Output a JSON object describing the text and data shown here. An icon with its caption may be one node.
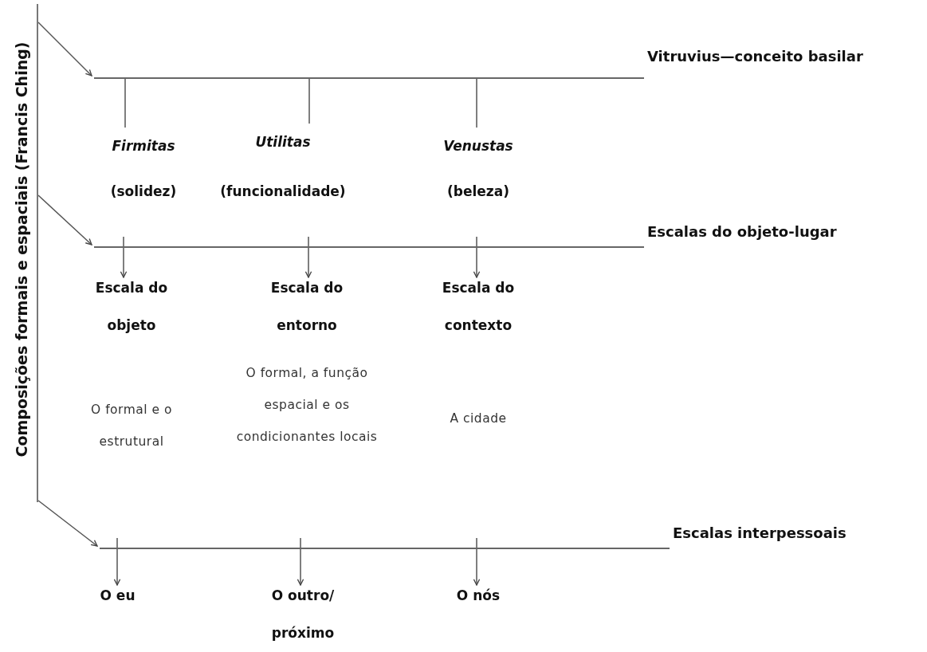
{
  "diagram": {
    "nodes": [
      {
        "text": [
          "Composições formais e espaciais (Francis Ching)"
        ]
      },
      {
        "text": [
          "Vitruvius—conceito basilar"
        ]
      },
      {
        "text": [
          "Firmitas",
          "(solidez)"
        ]
      },
      {
        "text": [
          "Utilitas",
          "(funcionalidade)"
        ]
      },
      {
        "text": [
          "Venustas",
          "(beleza)"
        ]
      },
      {
        "text": [
          "Escalas do objeto-lugar"
        ]
      },
      {
        "text": [
          "Escala do objeto",
          "O formal e o estrutural"
        ]
      },
      {
        "text": [
          "Escala do entorno",
          "O formal, a função espacial e os condicionantes locais"
        ]
      },
      {
        "text": [
          "Escala do contexto",
          "A cidade"
        ]
      },
      {
        "text": [
          "Escalas interpessoais"
        ]
      },
      {
        "text": [
          "O eu"
        ]
      },
      {
        "text": [
          "O outro/ próximo"
        ]
      },
      {
        "text": [
          "O nós"
        ]
      }
    ],
    "edges": [
      {
        "from": 0,
        "to": 1,
        "arrow": "to"
      },
      {
        "from": 0,
        "to": 5,
        "arrow": "to"
      },
      {
        "from": 0,
        "to": 9,
        "arrow": "to"
      },
      {
        "from": 1,
        "to": 2,
        "arrow": "none"
      },
      {
        "from": 1,
        "to": 3,
        "arrow": "none"
      },
      {
        "from": 1,
        "to": 4,
        "arrow": "none"
      },
      {
        "from": 5,
        "to": 6,
        "arrow": "to"
      },
      {
        "from": 5,
        "to": 7,
        "arrow": "to"
      },
      {
        "from": 5,
        "to": 8,
        "arrow": "to"
      },
      {
        "from": 9,
        "to": 10,
        "arrow": "to"
      },
      {
        "from": 9,
        "to": 11,
        "arrow": "to"
      },
      {
        "from": 9,
        "to": 12,
        "arrow": "to"
      }
    ]
  }
}
